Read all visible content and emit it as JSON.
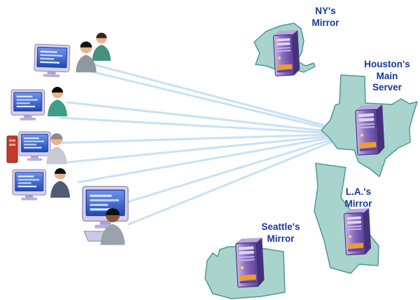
{
  "diagram": {
    "type": "network-mirror-diagram",
    "description": "Cluster of user workstations connecting via lines to Houston's main server on a Texas outline, with mirror servers shown on New York, California and Washington state outlines",
    "labels": {
      "ny": {
        "lines": [
          "NY's",
          "Mirror"
        ]
      },
      "houston": {
        "lines": [
          "Houston's",
          "Main",
          "Server"
        ]
      },
      "la": {
        "lines": [
          "L.A.'s",
          "Mirror"
        ]
      },
      "seattle": {
        "lines": [
          "Seattle's",
          "Mirror"
        ]
      }
    },
    "nodes": [
      {
        "id": "users",
        "icon": "workstation-cluster-icon",
        "workstations": 5
      },
      {
        "id": "ny-mirror",
        "icon": "new-york-state-outline-with-server-tower-icon"
      },
      {
        "id": "houston-main",
        "icon": "texas-state-outline-with-server-tower-icon"
      },
      {
        "id": "la-mirror",
        "icon": "california-state-outline-with-server-tower-icon"
      },
      {
        "id": "seattle-mirror",
        "icon": "washington-state-outline-with-server-tower-icon"
      }
    ],
    "connections": {
      "from": "users",
      "to": "houston-main",
      "line_count": 9
    },
    "colors": {
      "label_text": "#16399b",
      "state_fill": "#a8d4cd",
      "state_stroke": "#4d9a93",
      "connection_line": "#c7e0f4",
      "server_purple": "#7a5cb0",
      "server_accent_orange": "#f29b2e",
      "screen_blue": "#2e58c4"
    }
  }
}
